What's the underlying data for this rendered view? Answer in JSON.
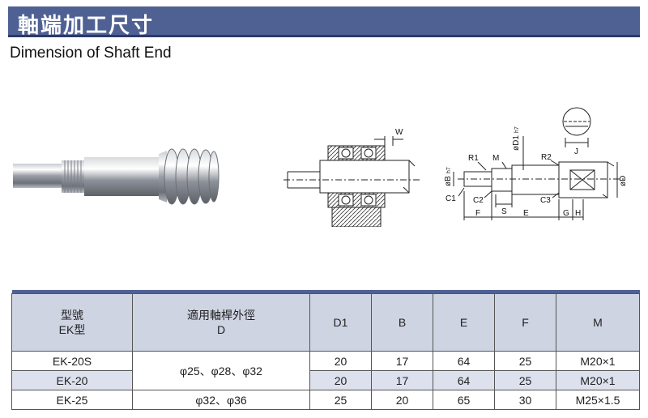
{
  "header": {
    "title": "軸端加工尺寸",
    "subtitle": "Dimension of Shaft End"
  },
  "diagram_labels": {
    "w": "W",
    "r1": "R1",
    "m": "M",
    "d1": "øD1",
    "d1_tol": "h7",
    "r2": "R2",
    "j": "J",
    "b": "øB",
    "b_tol": "h7",
    "d": "øD",
    "c1": "C1",
    "c2": "C2",
    "c3": "C3",
    "s": "S",
    "f": "F",
    "e": "E",
    "g": "G",
    "h": "H"
  },
  "table": {
    "headers": {
      "model_line1": "型號",
      "model_line2": "EK型",
      "shaft_line1": "適用軸桿外徑",
      "shaft_line2": "D",
      "d1": "D1",
      "b": "B",
      "e": "E",
      "f": "F",
      "m": "M"
    },
    "rows": [
      {
        "model": "EK-20S",
        "shaft": "φ25、φ28、φ32",
        "d1": "20",
        "b": "17",
        "e": "64",
        "f": "25",
        "m": "M20×1"
      },
      {
        "model": "EK-20",
        "d1": "20",
        "b": "17",
        "e": "64",
        "f": "25",
        "m": "M20×1"
      },
      {
        "model": "EK-25",
        "shaft": "φ32、φ36",
        "d1": "25",
        "b": "20",
        "e": "65",
        "f": "30",
        "m": "M25×1.5"
      }
    ]
  }
}
